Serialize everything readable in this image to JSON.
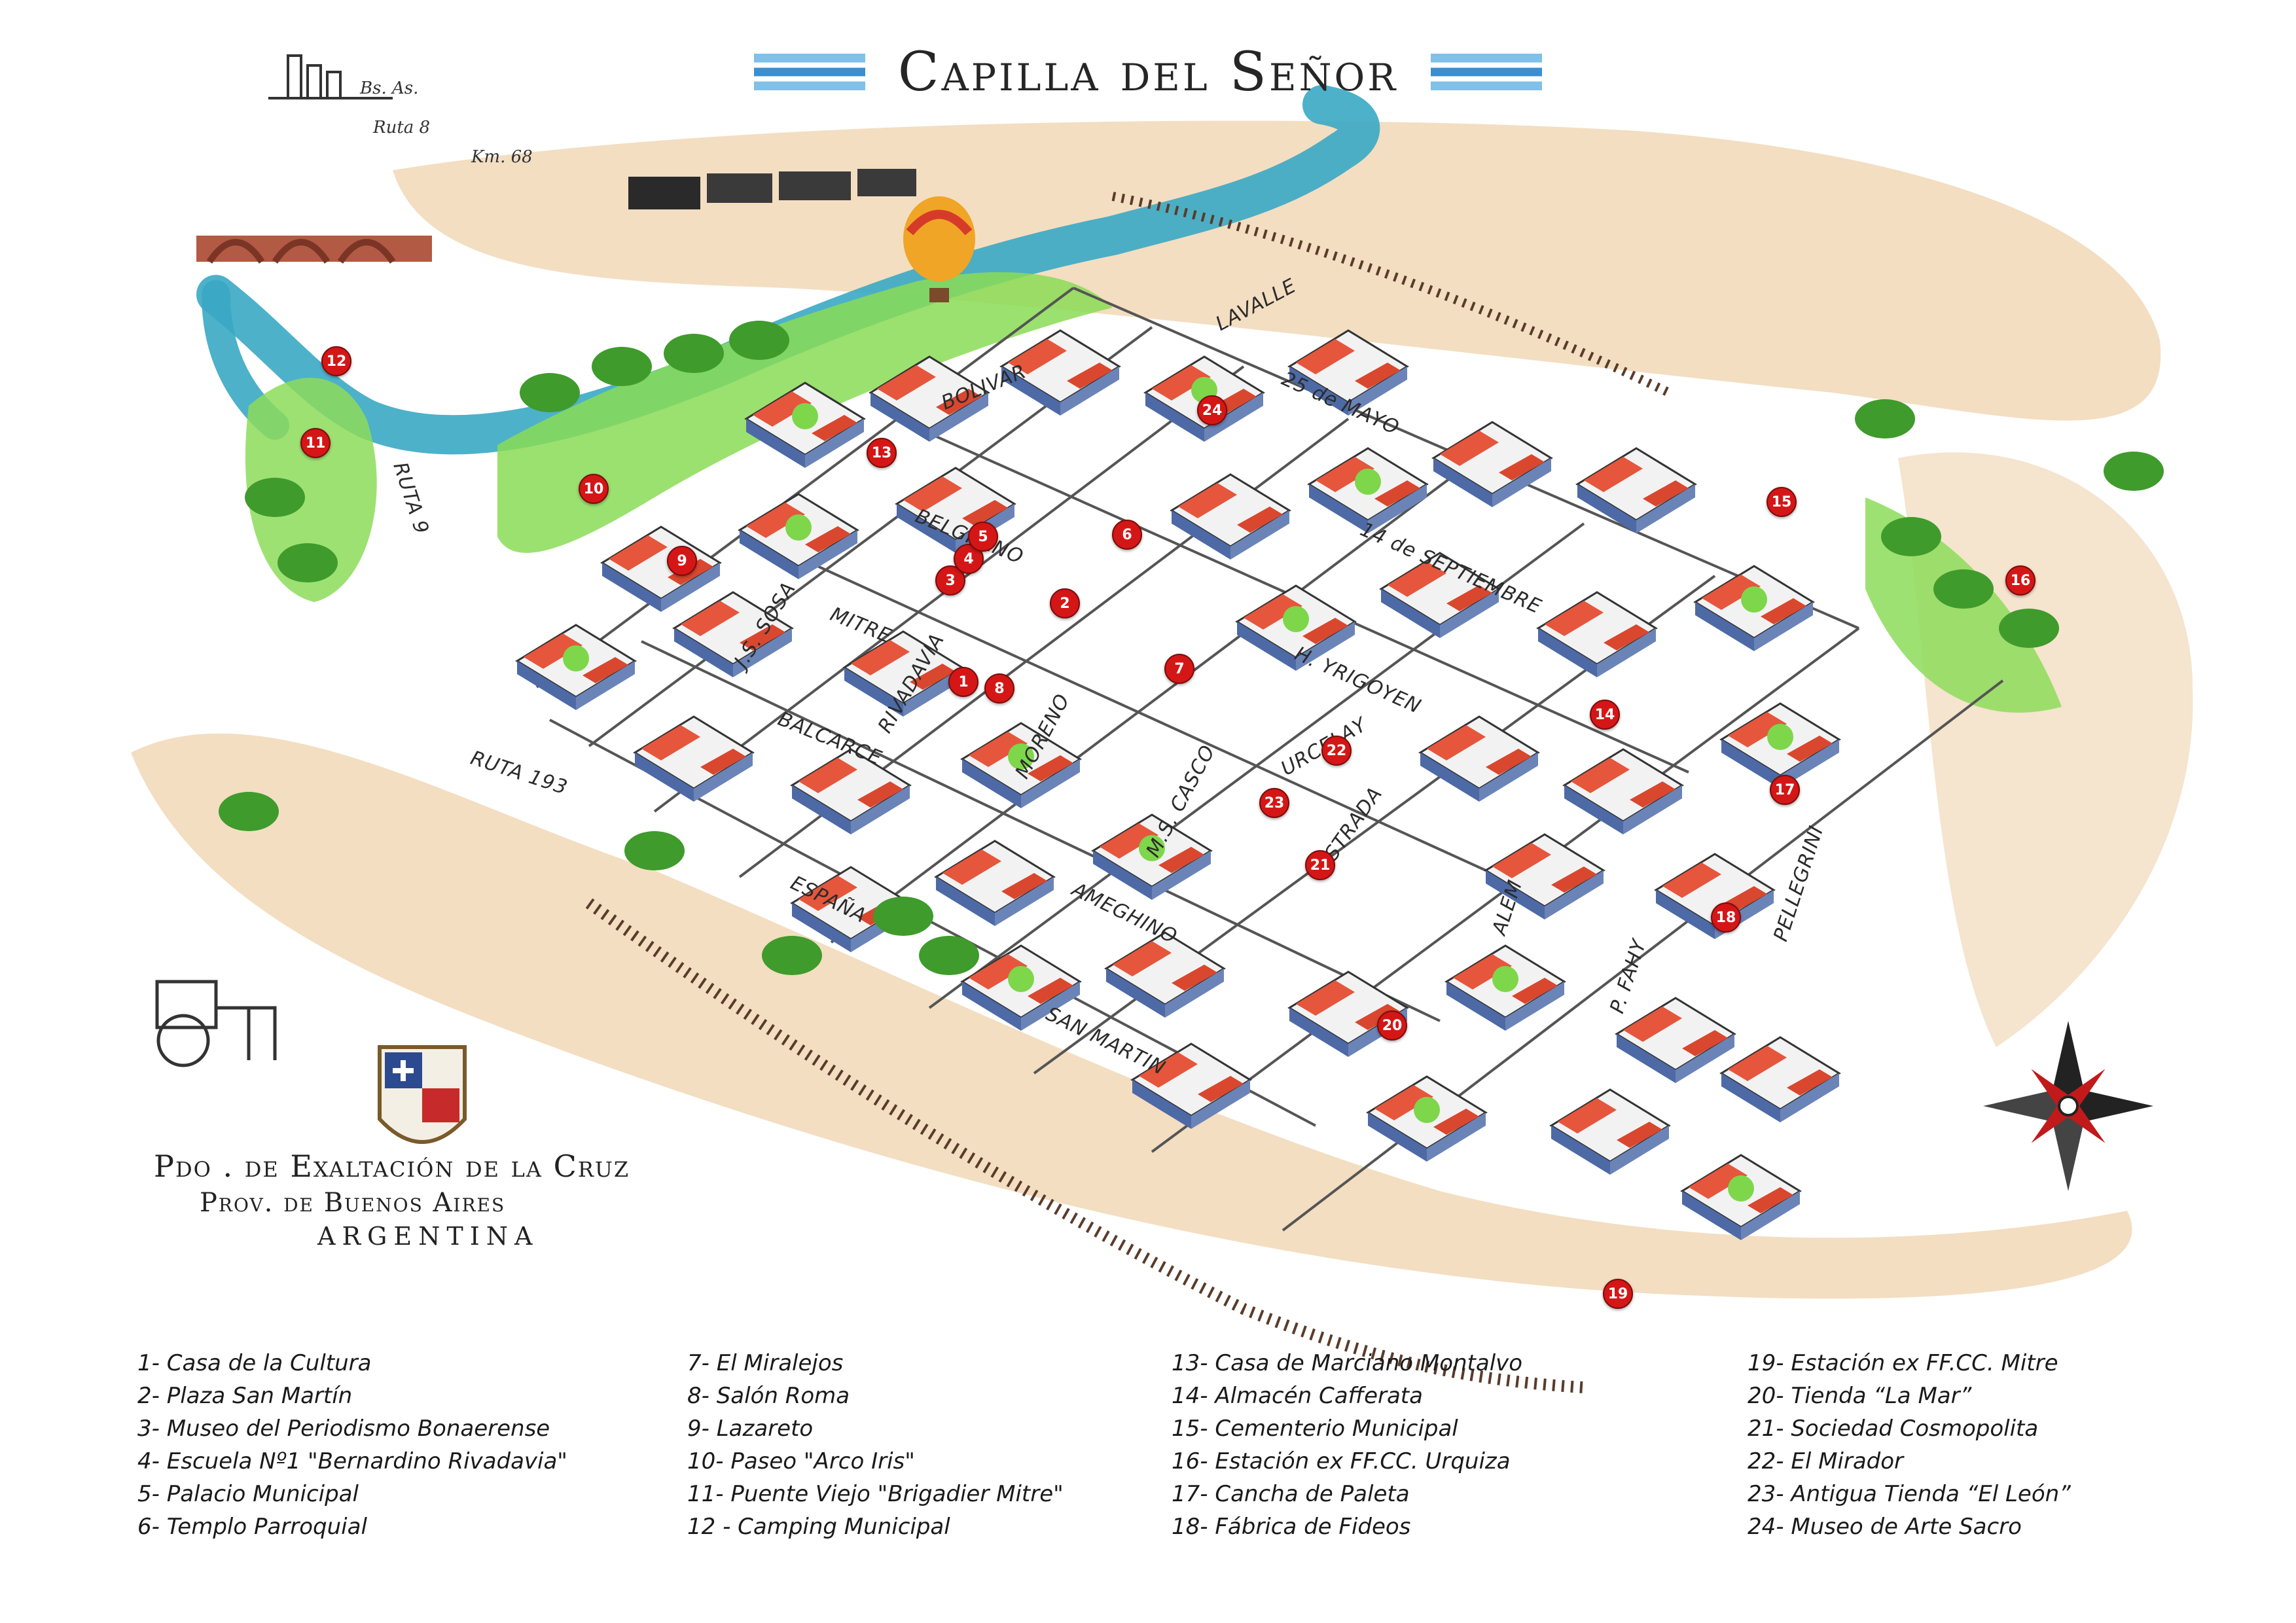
{
  "title": "Capilla del Señor",
  "colors": {
    "river": "#3aa9c4",
    "green": "#7ed64b",
    "dirt": "#e9c79e",
    "roof": "#e5563c",
    "marker": "#d51616",
    "flag_light": "#7fc1e8",
    "flag_dark": "#3b8fd1"
  },
  "route_notes": {
    "city": "Bs. As.",
    "road": "Ruta 8",
    "km": "Km. 68"
  },
  "road_labels": {
    "ruta9": "RUTA 9",
    "ruta193": "RUTA 193",
    "lavalle": "LAVALLE",
    "mayo": "25 de MAYO",
    "septiembre": "14 de SEPTIEMBRE",
    "yrigoyen": "H. YRIGOYEN",
    "urcelay": "URCELAY",
    "estrada": "ESTRADA",
    "alem": "ALEM",
    "pfahy": "P. FAHY",
    "pellegrini": "PELLEGRINI",
    "bolivar": "BOLIVAR",
    "belgrano": "BELGRANO",
    "mitre": "MITRE",
    "rivadavia": "RIVADAVIA",
    "balcarce": "BALCARCE",
    "espana": "ESPAÑA",
    "ameghino": "AMEGHINO",
    "sanmartin": "SAN MARTIN",
    "moreno": "MORENO",
    "jssosa": "J.S. SOSA",
    "mscasco": "M.S. CASCO"
  },
  "municipality": {
    "line1": "Pdo . de Exaltación de la Cruz",
    "line2": "Prov. de Buenos Aires",
    "line3": "ARGENTINA"
  },
  "markers": [
    "1",
    "2",
    "3",
    "4",
    "5",
    "6",
    "7",
    "8",
    "9",
    "10",
    "11",
    "12",
    "13",
    "14",
    "15",
    "16",
    "17",
    "18",
    "19",
    "20",
    "21",
    "22",
    "23",
    "24"
  ],
  "legend": {
    "col1": [
      "1- Casa de la Cultura",
      "2- Plaza San Martín",
      "3- Museo del Periodismo Bonaerense",
      "4- Escuela Nº1 \"Bernardino Rivadavia\"",
      "5- Palacio Municipal",
      "6- Templo Parroquial"
    ],
    "col2": [
      "7- El Miralejos",
      "8- Salón Roma",
      "9- Lazareto",
      "10- Paseo \"Arco Iris\"",
      "11- Puente Viejo \"Brigadier Mitre\"",
      "12 - Camping Municipal"
    ],
    "col3": [
      "13-  Casa de Marciano Montalvo",
      "14- Almacén Cafferata",
      "15- Cementerio Municipal",
      "16- Estación ex FF.CC. Urquiza",
      "17- Cancha de Paleta",
      "18- Fábrica de Fideos"
    ],
    "col4": [
      "19- Estación ex FF.CC. Mitre",
      "20- Tienda “La Mar”",
      "21- Sociedad Cosmopolita",
      "22- El Mirador",
      "23- Antigua Tienda “El León”",
      "24- Museo de Arte Sacro"
    ]
  }
}
